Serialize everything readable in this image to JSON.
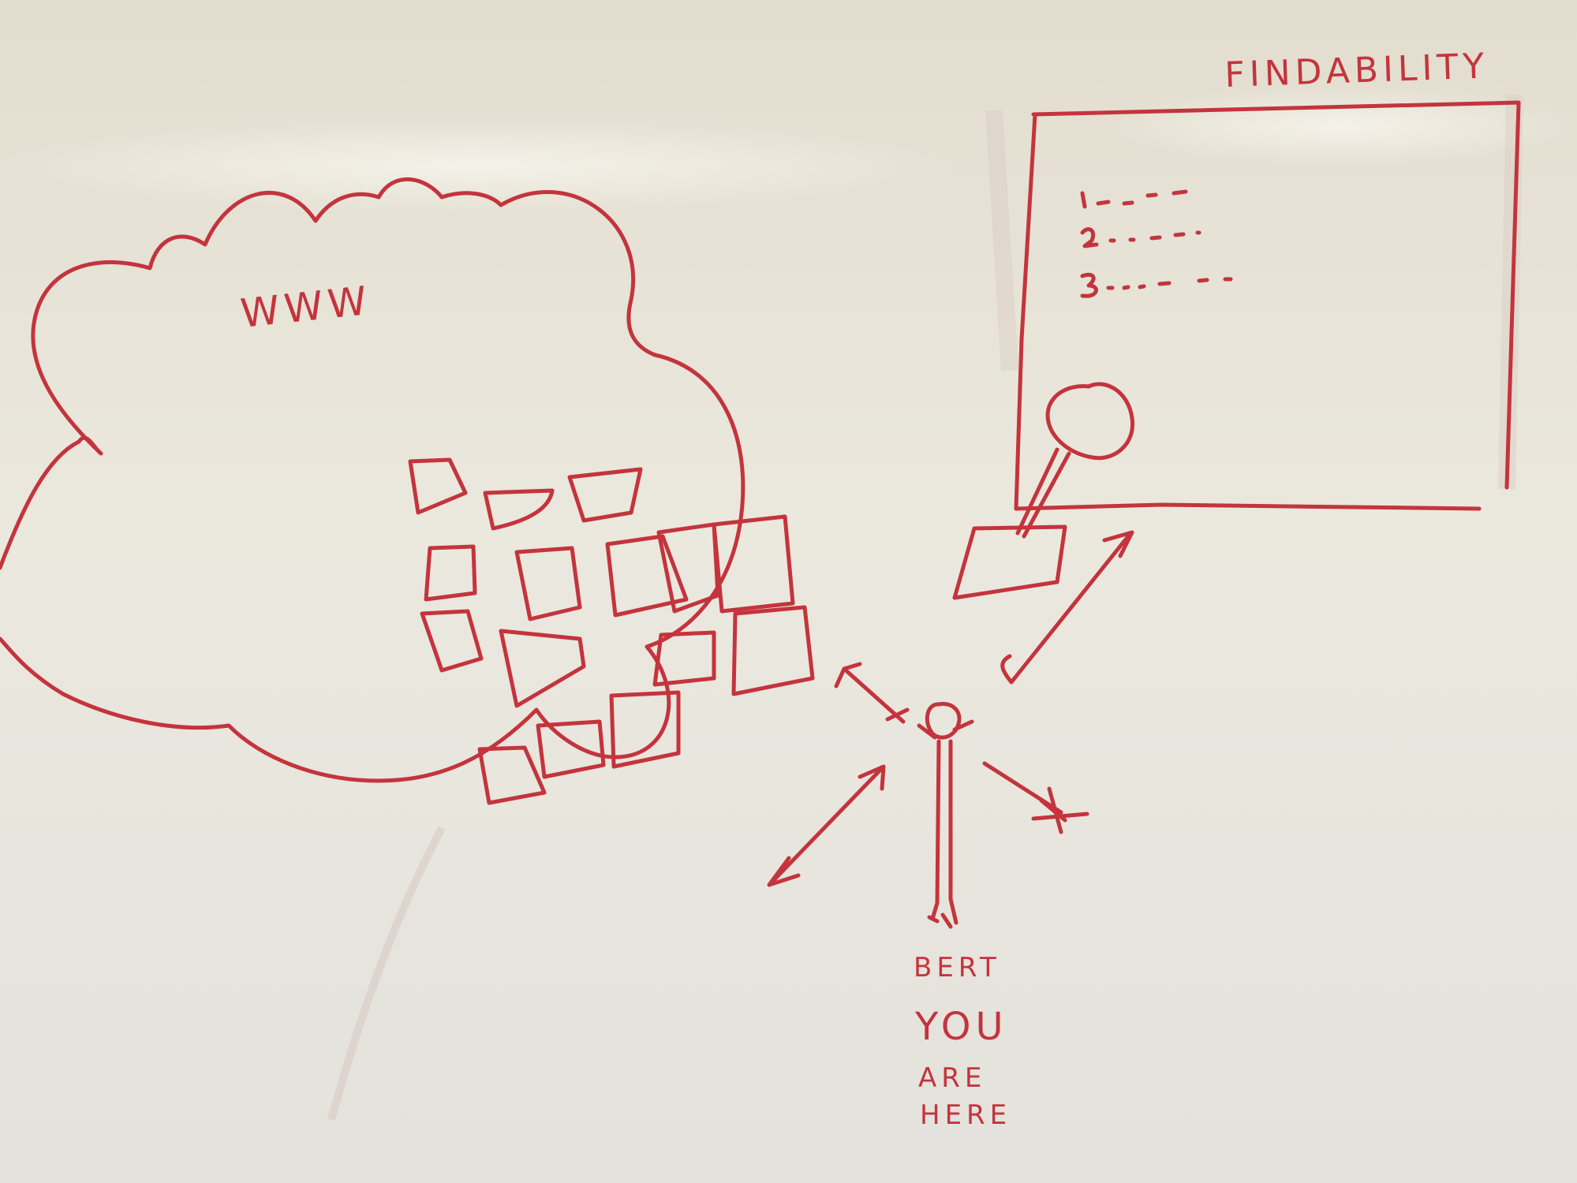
{
  "title": "FINDABILITY",
  "cloud_label": "WWW",
  "result_list": {
    "items": [
      {
        "number": "1",
        "dots": "- - - -"
      },
      {
        "number": "2",
        "dots": ". . - - - ."
      },
      {
        "number": "3",
        "dots": ". . . -   - ."
      }
    ]
  },
  "person_name": "BERT",
  "you_are_here": [
    "YOU",
    "ARE",
    "HERE"
  ],
  "colors": {
    "marker": "#c4343d",
    "board": "#e9e6db"
  }
}
